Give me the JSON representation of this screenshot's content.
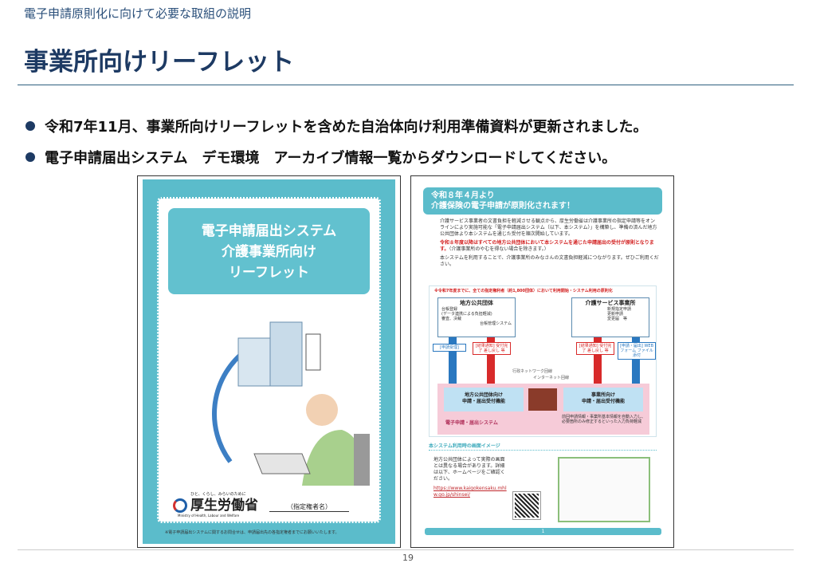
{
  "header": {
    "subtitle": "電子申請原則化に向けて必要な取組の説明",
    "title": "事業所向けリーフレット"
  },
  "bullets": [
    "令和7年11月、事業所向けリーフレットを含めた自治体向け利用準備資料が更新されました。",
    "電子申請届出システム　デモ環境　アーカイブ情報一覧からダウンロードしてください。"
  ],
  "left_leaflet": {
    "title_lines": [
      "電子申請届出システム",
      "介護事業所向け",
      "リーフレット"
    ],
    "sign": "指定権者",
    "ministry_tagline": "ひと、くらし、みらいのために",
    "ministry": "厚生労働省",
    "ministry_en": "Ministry of Health, Labour and Welfare",
    "designator": "（指定権者名）",
    "note": "※電子申請届出システムに関するお問合せは、申請届出先の各指定権者までにお願いいたします。"
  },
  "right_leaflet": {
    "head": [
      "令和８年４月より",
      "介護保険の電子申請が原則化されます！"
    ],
    "p1": "介護サービス事業者の文書負担を軽減させる観点から、厚生労働省は介護事業所の指定申請等をオンラインにより実施可能な「電子申請届出システム（以下、本システム）」を構築し、準備の済んだ地方公共団体より本システムを通じた受付を順次開始しています。",
    "p2_red": "令和８年度以降はすべての地方公共団体において本システムを通じた申請届出の受付が原則となります。",
    "p2_rest": "（介護事業所のやむを得ない場合を除きます。）",
    "p3": "本システムを利用することで、介護事業所のみなさんの文書負担軽減につながります。ぜひご利用ください。",
    "diagram_note": "※令和7年度までに、全ての指定権利者（約1,800団体）において利用開始・システム利用の原則化",
    "local_gov": "地方公共団体",
    "provider": "介護サービス事業所",
    "gov_items": [
      "台帳登録",
      "(データ連携による負担軽減)",
      "審査、決裁"
    ],
    "gov_system": "台帳管理システム",
    "prov_items": [
      "新規指定申請",
      "更新申請",
      "変更届　等"
    ],
    "labels": [
      "[申請受理]",
      "[結果通知] 受付完了 差し戻し 等",
      "[結果通知] 受付完了 差し戻し 等",
      "[申請・届出] WEBフォーム ファイル添付"
    ],
    "network1": "行政ネットワーク回線",
    "network2": "インターネット回線",
    "func_gov": [
      "地方公共団体向け",
      "申請・届出受付機能"
    ],
    "func_prov": [
      "事業所向け",
      "申請・届出受付機能"
    ],
    "system": "電子申請・届出システム",
    "auto_note": "前回申請情報・事業所基本情報を自動入力し、必要箇所のみ修正するといった入力負荷軽減",
    "screen_title": "本システム利用時の画面イメージ",
    "screen_text": "地方公共団体によって実際の画面とは異なる場合があります。詳細は以下、ホームページをご確認ください。",
    "url": "https://www.kaigokensaku.mhlw.go.jp/shinsei/",
    "page": "1"
  },
  "footer": {
    "page_number": "19"
  },
  "colors": {
    "accent": "#5bbccb",
    "navy": "#1d3a63",
    "red": "#d21e1e"
  }
}
